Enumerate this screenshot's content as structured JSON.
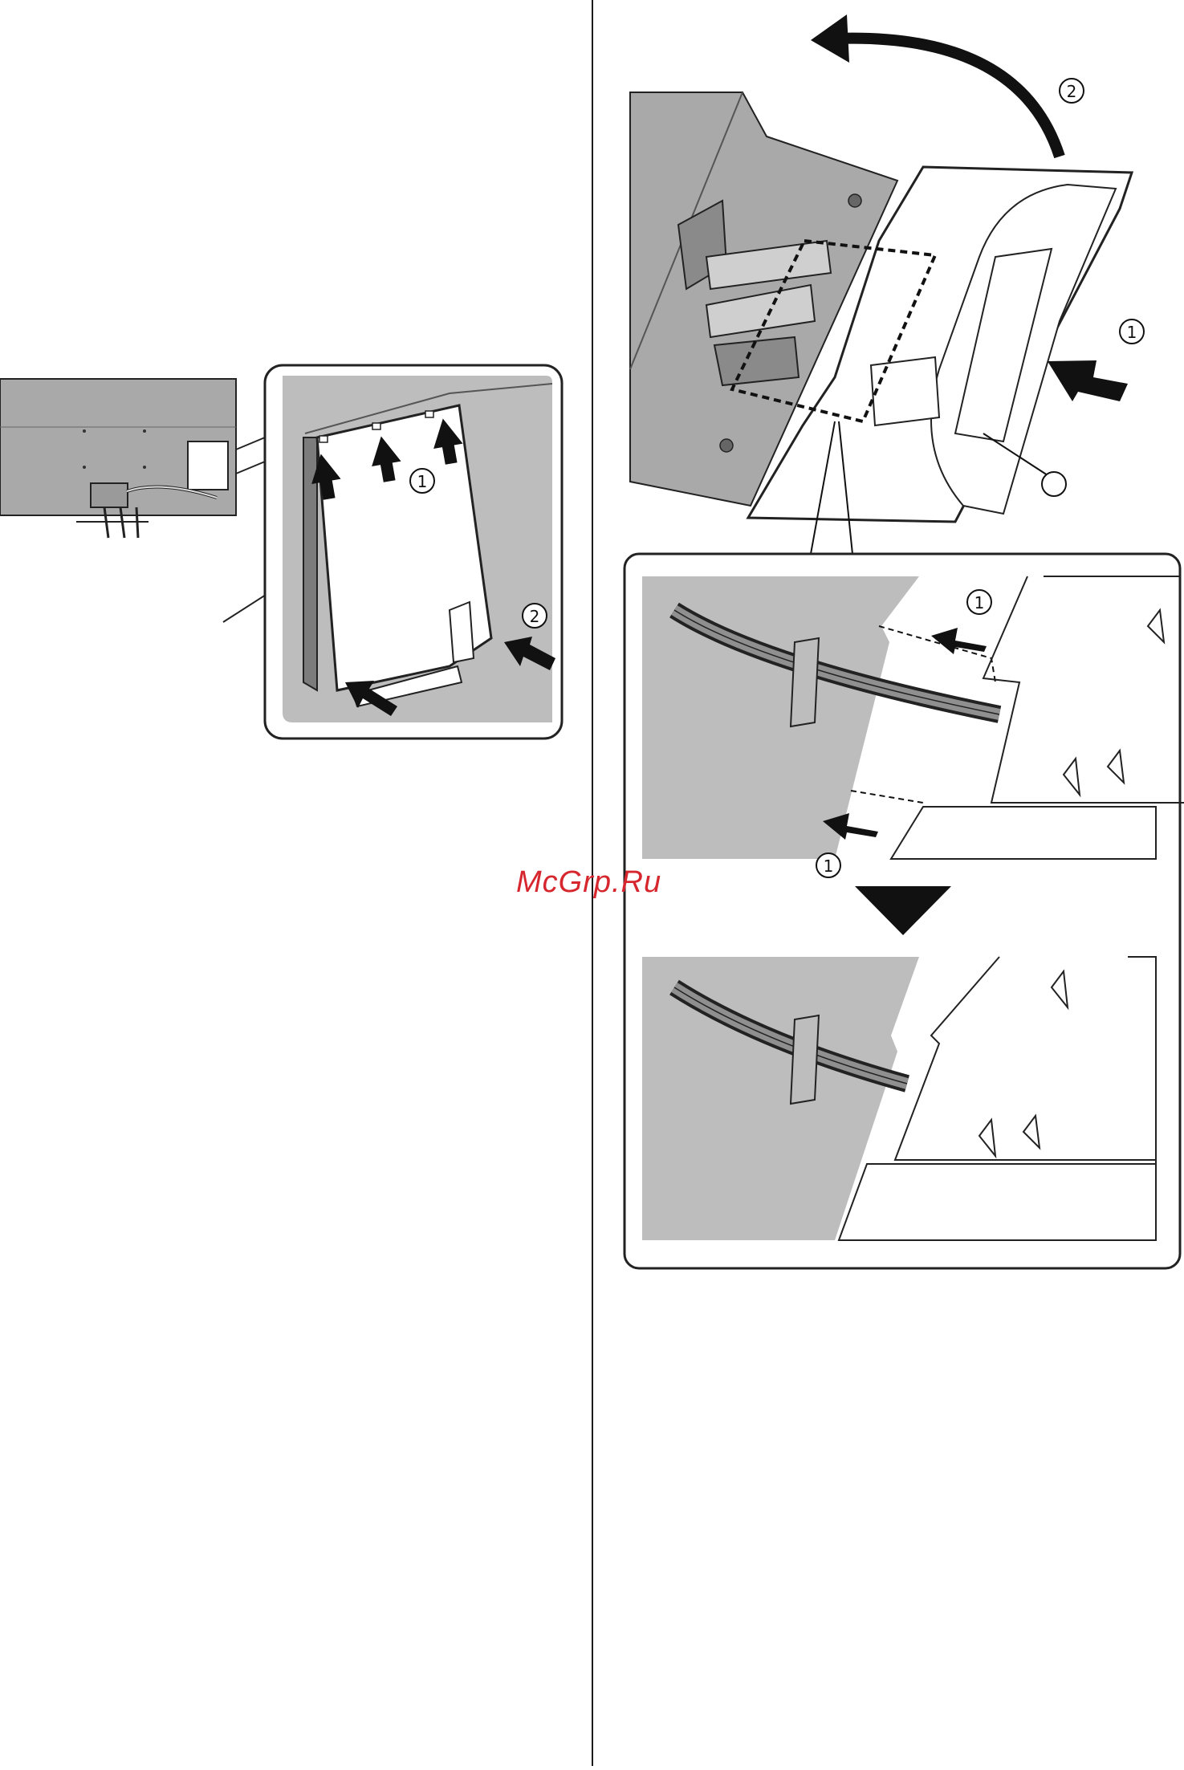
{
  "page": {
    "watermark": "McGrp.Ru"
  },
  "callouts": {
    "step1": "1",
    "step2": "2"
  },
  "colors": {
    "panel_gray": "#bdbdbd",
    "device_gray": "#a9a9a9",
    "line": "#1a1a1a",
    "watermark": "#d6262e"
  },
  "icons": [
    "arrow-up-icon",
    "arrow-right-icon",
    "arrow-left-icon",
    "triangle-down-icon",
    "curved-arrow-icon"
  ]
}
